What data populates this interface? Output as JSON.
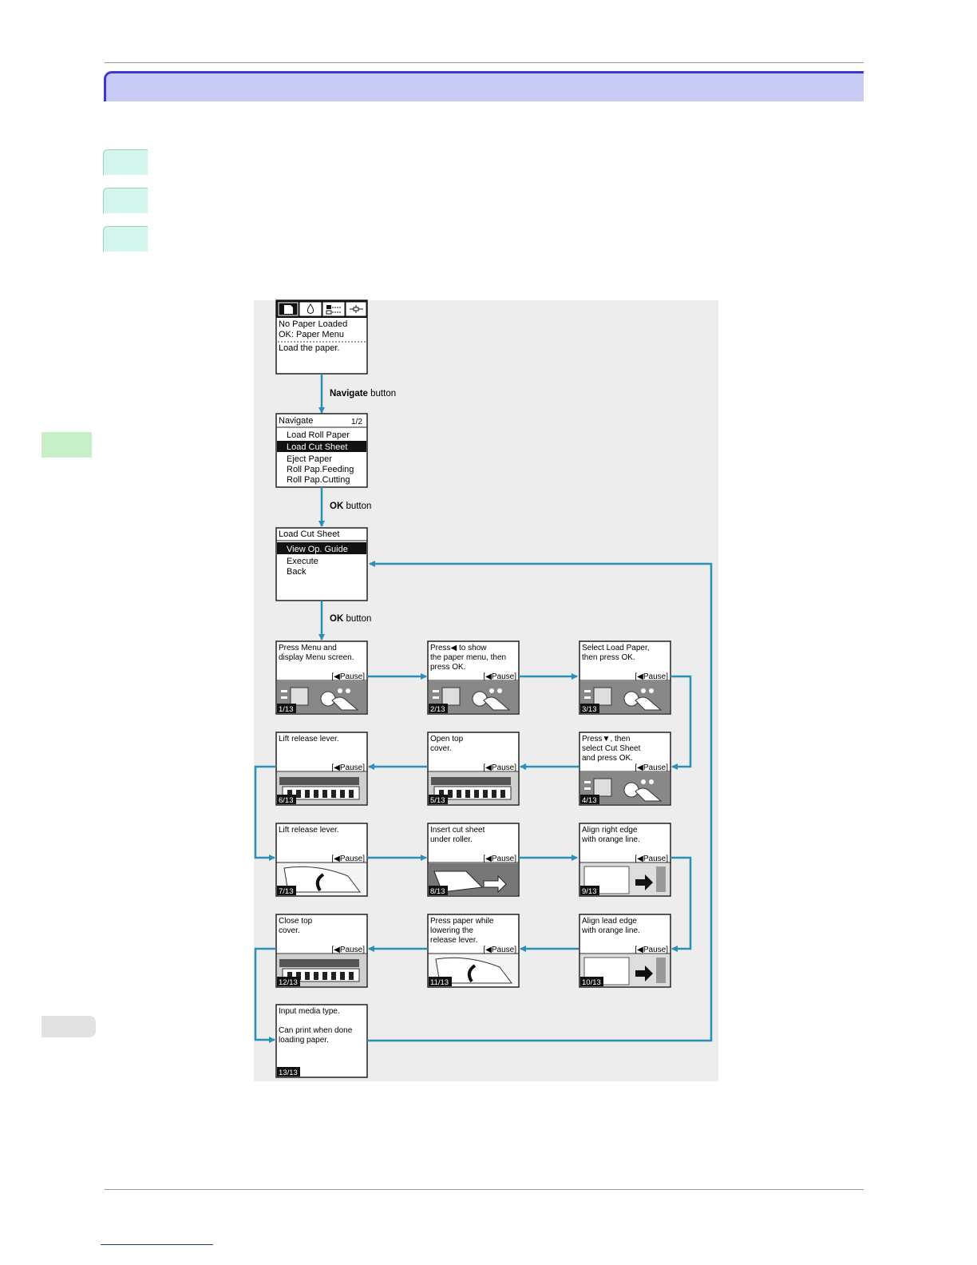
{
  "menu_tabs": [
    "paper-icon",
    "ink-drop-icon",
    "job-icon",
    "settings-icon"
  ],
  "screen_start": {
    "line1": "No Paper Loaded",
    "line2": "OK: Paper Menu",
    "line3": "Load the paper."
  },
  "navigate_screen": {
    "title": "Navigate",
    "page": "1/2",
    "items": [
      "Load Roll Paper",
      "Load Cut Sheet",
      "Eject Paper",
      "Roll Pap.Feeding",
      "Roll Pap.Cutting"
    ],
    "selected_index": 1
  },
  "load_cut_sheet_screen": {
    "title": "Load Cut Sheet",
    "items": [
      "View Op. Guide",
      "Execute",
      "Back"
    ],
    "selected_index": 0
  },
  "arrow_labels": {
    "navigate_bold": "Navigate",
    "navigate_rest": " button",
    "ok1_bold": "OK",
    "ok1_rest": " button",
    "ok2_bold": "OK",
    "ok2_rest": " button"
  },
  "pause_label": "[◀Pause]",
  "guide_steps": [
    {
      "lines": [
        "Press Menu and",
        "display Menu screen."
      ],
      "page": "1/13",
      "art": "panel"
    },
    {
      "lines": [
        "Press◀ to show",
        "the paper menu, then",
        "press OK."
      ],
      "page": "2/13",
      "art": "panel"
    },
    {
      "lines": [
        "Select Load Paper,",
        "then press OK."
      ],
      "page": "3/13",
      "art": "panel"
    },
    {
      "lines": [
        "Press▼, then",
        "select Cut Sheet",
        "and press OK."
      ],
      "page": "4/13",
      "art": "panel"
    },
    {
      "lines": [
        "Open top",
        "cover."
      ],
      "page": "5/13",
      "art": "printer"
    },
    {
      "lines": [
        "Lift release lever."
      ],
      "page": "6/13",
      "art": "printer"
    },
    {
      "lines": [
        "Lift release lever."
      ],
      "page": "7/13",
      "art": "lever"
    },
    {
      "lines": [
        "Insert cut sheet",
        "under roller."
      ],
      "page": "8/13",
      "art": "insert"
    },
    {
      "lines": [
        "Align right edge",
        "with orange line."
      ],
      "page": "9/13",
      "art": "align"
    },
    {
      "lines": [
        "Align lead edge",
        "with orange line."
      ],
      "page": "10/13",
      "art": "align"
    },
    {
      "lines": [
        "Press paper while",
        "lowering the",
        "release lever."
      ],
      "page": "11/13",
      "art": "lever"
    },
    {
      "lines": [
        "Close top",
        "cover."
      ],
      "page": "12/13",
      "art": "printer"
    },
    {
      "lines": [
        "Input media type.",
        "",
        "Can print when done",
        "loading paper."
      ],
      "page": "13/13",
      "art": "none"
    }
  ],
  "colors": {
    "section_bar": "#c9cbf7",
    "section_border": "#3d3ad0",
    "step_tab": "#d4f4ee",
    "flow_arrow": "#2a90b8",
    "side_tab_green": "#c8f0c8"
  }
}
